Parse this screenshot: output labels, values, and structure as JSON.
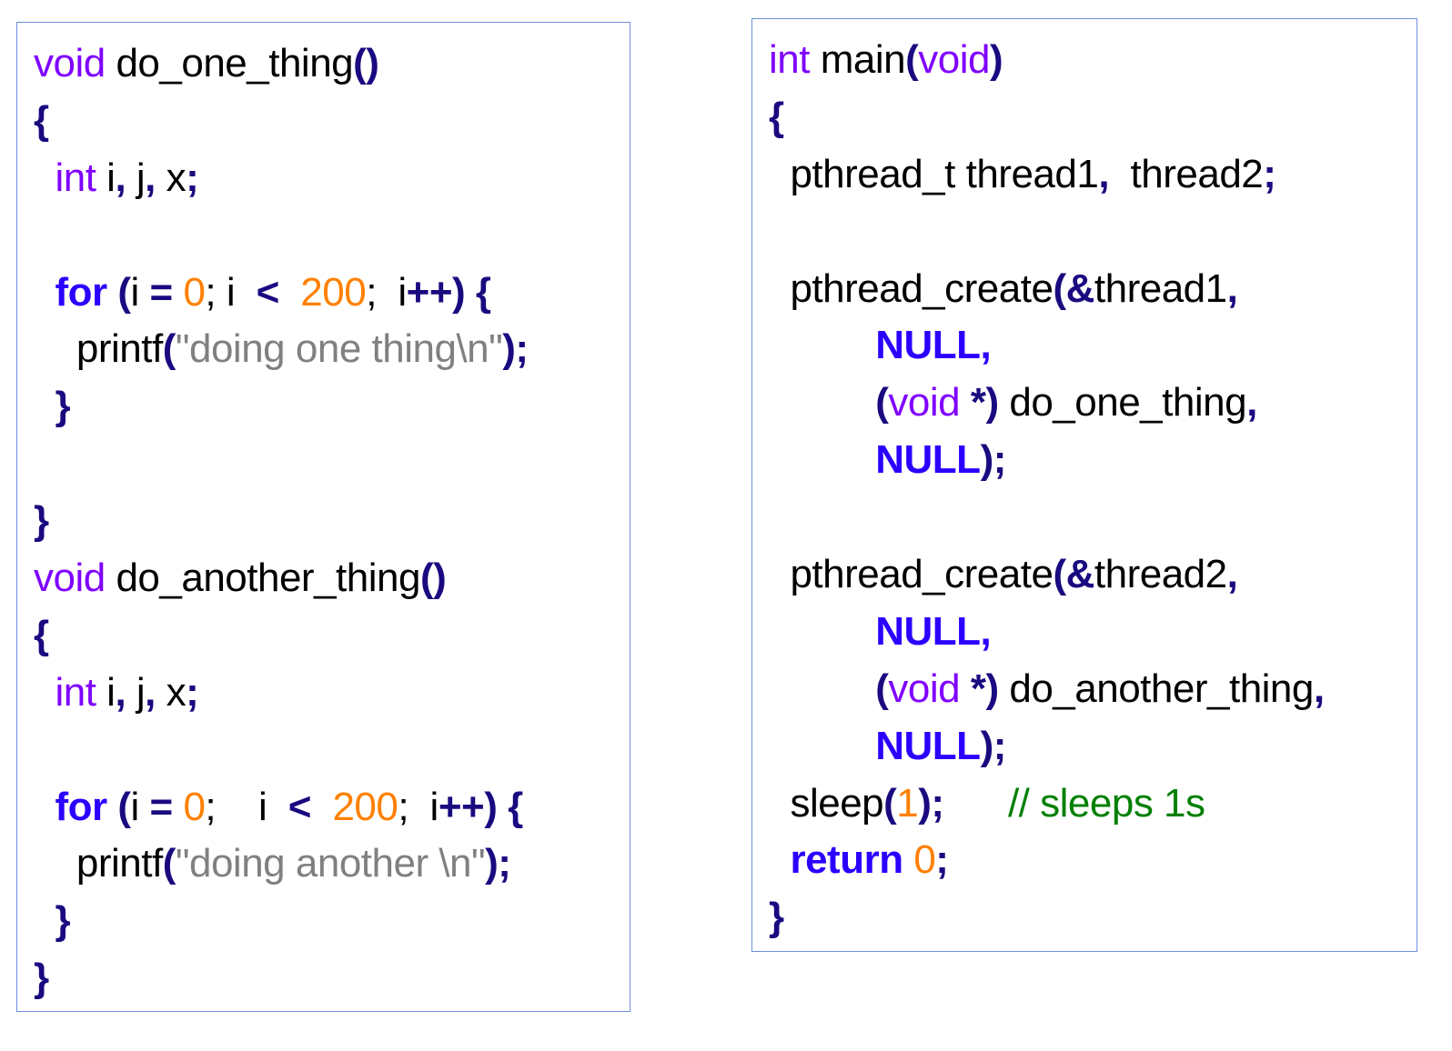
{
  "colors": {
    "keyword": "#2a00ff",
    "type": "#7f00ff",
    "operator": "#1a0a80",
    "number": "#ff8000",
    "string": "#808080",
    "comment": "#008000",
    "border": "#6f8fdc"
  },
  "left_code": [
    [
      [
        "void",
        "t"
      ],
      [
        " do_one_thing",
        "p"
      ],
      [
        "()",
        "o"
      ]
    ],
    [
      [
        "{",
        "o"
      ]
    ],
    [
      [
        "  ",
        "p"
      ],
      [
        "int",
        "t"
      ],
      [
        " i",
        "p"
      ],
      [
        ",",
        "o"
      ],
      [
        " j",
        "p"
      ],
      [
        ",",
        "o"
      ],
      [
        " x",
        "p"
      ],
      [
        ";",
        "o"
      ]
    ],
    [],
    [
      [
        "  ",
        "p"
      ],
      [
        "for",
        "k"
      ],
      [
        " (",
        "o"
      ],
      [
        "i ",
        "p"
      ],
      [
        "=",
        "o"
      ],
      [
        " ",
        "p"
      ],
      [
        "0",
        "n"
      ],
      [
        "; i  ",
        "p"
      ],
      [
        "<",
        "o"
      ],
      [
        "  ",
        "p"
      ],
      [
        "200",
        "n"
      ],
      [
        ";  i",
        "p"
      ],
      [
        "++)",
        "o"
      ],
      [
        " {",
        "o"
      ]
    ],
    [
      [
        "    printf",
        "p"
      ],
      [
        "(",
        "o"
      ],
      [
        "\"doing one thing\\n\"",
        "s"
      ],
      [
        ");",
        "o"
      ]
    ],
    [
      [
        "  ",
        "p"
      ],
      [
        "}",
        "o"
      ]
    ],
    [],
    [
      [
        "}",
        "o"
      ]
    ],
    [
      [
        "void",
        "t"
      ],
      [
        " do_another_thing",
        "p"
      ],
      [
        "()",
        "o"
      ]
    ],
    [
      [
        "{",
        "o"
      ]
    ],
    [
      [
        "  ",
        "p"
      ],
      [
        "int",
        "t"
      ],
      [
        " i",
        "p"
      ],
      [
        ",",
        "o"
      ],
      [
        " j",
        "p"
      ],
      [
        ",",
        "o"
      ],
      [
        " x",
        "p"
      ],
      [
        ";",
        "o"
      ]
    ],
    [],
    [
      [
        "  ",
        "p"
      ],
      [
        "for",
        "k"
      ],
      [
        " (",
        "o"
      ],
      [
        "i ",
        "p"
      ],
      [
        "=",
        "o"
      ],
      [
        " ",
        "p"
      ],
      [
        "0",
        "n"
      ],
      [
        ";    i  ",
        "p"
      ],
      [
        "<",
        "o"
      ],
      [
        "  ",
        "p"
      ],
      [
        "200",
        "n"
      ],
      [
        ";  i",
        "p"
      ],
      [
        "++)",
        "o"
      ],
      [
        " {",
        "o"
      ]
    ],
    [
      [
        "    printf",
        "p"
      ],
      [
        "(",
        "o"
      ],
      [
        "\"doing another \\n\"",
        "s"
      ],
      [
        ");",
        "o"
      ]
    ],
    [
      [
        "  ",
        "p"
      ],
      [
        "}",
        "o"
      ]
    ],
    [
      [
        "}",
        "o"
      ]
    ]
  ],
  "right_code": [
    [
      [
        "int",
        "t"
      ],
      [
        " main",
        "p"
      ],
      [
        "(",
        "o"
      ],
      [
        "void",
        "t"
      ],
      [
        ")",
        "o"
      ]
    ],
    [
      [
        "{",
        "o"
      ]
    ],
    [
      [
        "  pthread_t thread1",
        "p"
      ],
      [
        ",",
        "o"
      ],
      [
        "  thread2",
        "p"
      ],
      [
        ";",
        "o"
      ]
    ],
    [],
    [
      [
        "  pthread_create",
        "p"
      ],
      [
        "(&",
        "o"
      ],
      [
        "thread1",
        "p"
      ],
      [
        ",",
        "o"
      ]
    ],
    [
      [
        "          ",
        "p"
      ],
      [
        "NULL,",
        "k"
      ]
    ],
    [
      [
        "          ",
        "p"
      ],
      [
        "(",
        "o"
      ],
      [
        "void",
        "t"
      ],
      [
        " *)",
        "o"
      ],
      [
        " do_one_thing",
        "p"
      ],
      [
        ",",
        "o"
      ]
    ],
    [
      [
        "          ",
        "p"
      ],
      [
        "NULL",
        "k"
      ],
      [
        ");",
        "o"
      ]
    ],
    [],
    [
      [
        "  pthread_create",
        "p"
      ],
      [
        "(&",
        "o"
      ],
      [
        "thread2",
        "p"
      ],
      [
        ",",
        "o"
      ]
    ],
    [
      [
        "          ",
        "p"
      ],
      [
        "NULL,",
        "k"
      ]
    ],
    [
      [
        "          ",
        "p"
      ],
      [
        "(",
        "o"
      ],
      [
        "void",
        "t"
      ],
      [
        " *)",
        "o"
      ],
      [
        " do_another_thing",
        "p"
      ],
      [
        ",",
        "o"
      ]
    ],
    [
      [
        "          ",
        "p"
      ],
      [
        "NULL",
        "k"
      ],
      [
        ");",
        "o"
      ]
    ],
    [
      [
        "  sleep",
        "p"
      ],
      [
        "(",
        "o"
      ],
      [
        "1",
        "n"
      ],
      [
        ");",
        "o"
      ],
      [
        "      ",
        "p"
      ],
      [
        "// sleeps 1s",
        "c"
      ]
    ],
    [
      [
        "  ",
        "p"
      ],
      [
        "return",
        "k"
      ],
      [
        " ",
        "p"
      ],
      [
        "0",
        "n"
      ],
      [
        ";",
        "o"
      ]
    ],
    [
      [
        "}",
        "o"
      ]
    ]
  ]
}
